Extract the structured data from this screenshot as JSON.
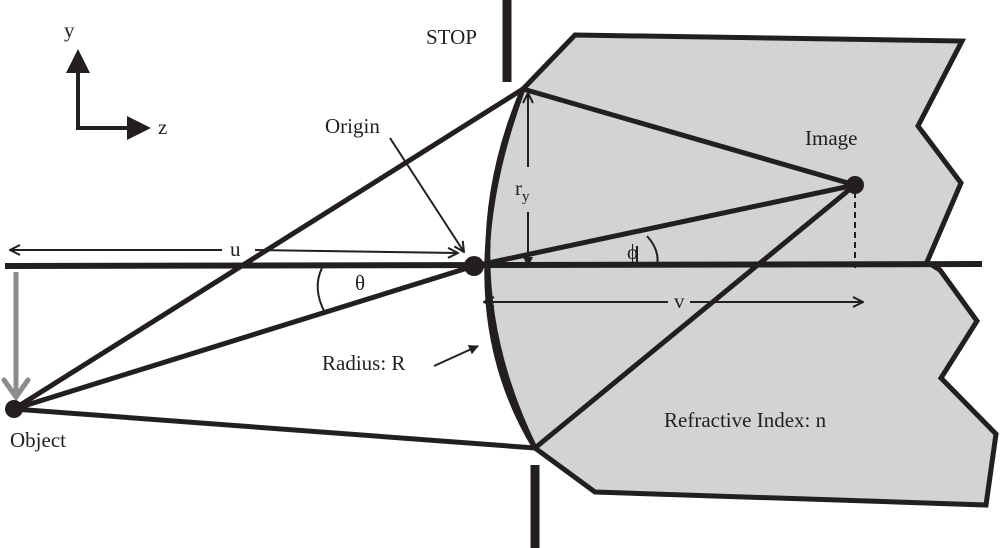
{
  "diagram": {
    "title": "Refraction at a spherical surface",
    "labels": {
      "axis_y": "y",
      "axis_z": "z",
      "stop": "STOP",
      "origin": "Origin",
      "image": "Image",
      "object": "Object",
      "radius": "Radius: R",
      "refractive_index": "Refractive Index: n",
      "u": "u",
      "v": "v",
      "theta": "θ",
      "phi": "ϕ",
      "r": "r",
      "r_subscript": "y"
    },
    "colors": {
      "ink": "#231f20",
      "medium_fill": "#d1d3d4",
      "object_arrow": "#8a8c8e",
      "background": "#ffffff"
    }
  }
}
